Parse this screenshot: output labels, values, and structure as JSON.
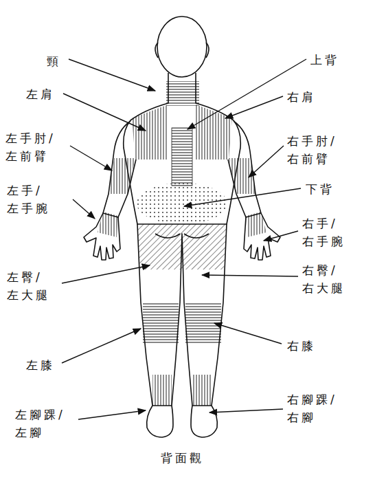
{
  "diagram": {
    "caption": "背面觀",
    "labels": [
      "頸",
      "上背",
      "左肩",
      "右肩",
      "左手肘/ 左前臂",
      "右手肘/ 右前臂",
      "左手/ 左手腕",
      "下背",
      "右手/ 右手腕",
      "左臀/ 左大腿",
      "右臀/ 右大腿",
      "左膝",
      "右膝",
      "左腳踝/ 左腳",
      "右腳踝/ 右腳"
    ]
  }
}
